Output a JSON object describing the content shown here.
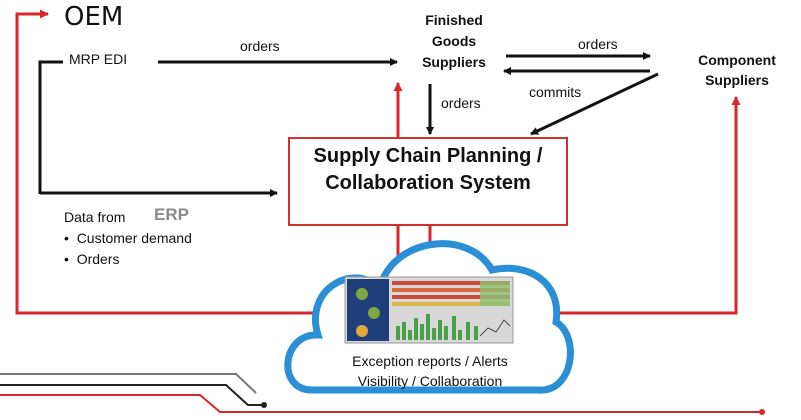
{
  "nodes": {
    "oem": "OEM",
    "mrp_edi": "MRP EDI",
    "finished_goods_suppliers": "Finished Goods Suppliers",
    "component_suppliers": "Component Suppliers",
    "scp_system": "Supply Chain Planning / Collaboration System",
    "erp": "ERP"
  },
  "edges": {
    "mrp_to_fg": "orders",
    "fg_to_component": "orders",
    "component_to_fg": "commits",
    "fg_to_scp": "orders"
  },
  "erp_data": {
    "intro": "Data from",
    "items": [
      "Customer demand",
      "Orders"
    ]
  },
  "cloud": {
    "line1": "Exception reports / Alerts",
    "line2": "Visibility / Collaboration"
  },
  "colors": {
    "accent_red": "#d9262c",
    "black_arrow": "#111111",
    "cloud_blue": "#2b8fd6"
  }
}
